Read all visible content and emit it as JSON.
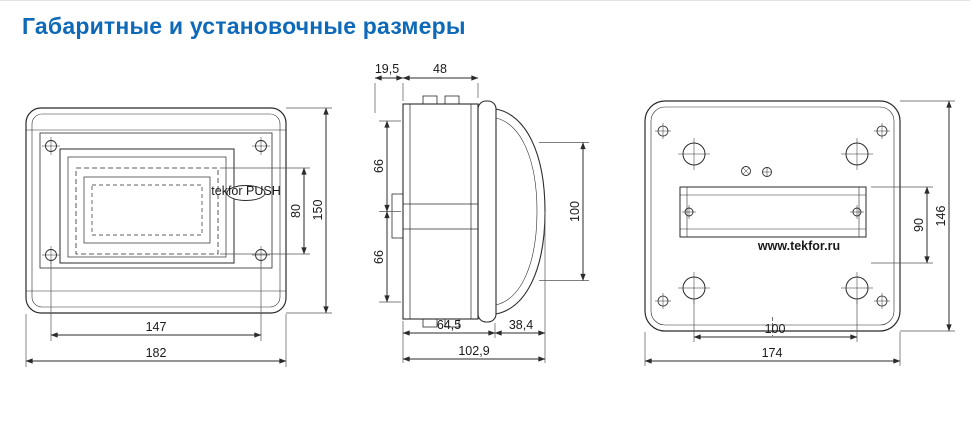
{
  "page": {
    "title": "Габаритные и установочные размеры",
    "accent_color": "#0e6ab8"
  },
  "views": {
    "front": {
      "push_label": "tekfor PUSH",
      "dims": {
        "mount_width": "147",
        "overall_width": "182",
        "window_height": "80",
        "overall_height": "150"
      }
    },
    "side": {
      "dims": {
        "back_offset": "19,5",
        "back_depth": "48",
        "upper_half_height": "66",
        "lower_half_height": "66",
        "cover_height": "100",
        "base_depth": "64,5",
        "cover_depth": "38,4",
        "overall_depth": "102,9"
      }
    },
    "back": {
      "site_label": "www.tekfor.ru",
      "dims": {
        "mount_height": "90",
        "overall_height": "146",
        "mount_width": "100",
        "overall_width": "174"
      }
    }
  }
}
